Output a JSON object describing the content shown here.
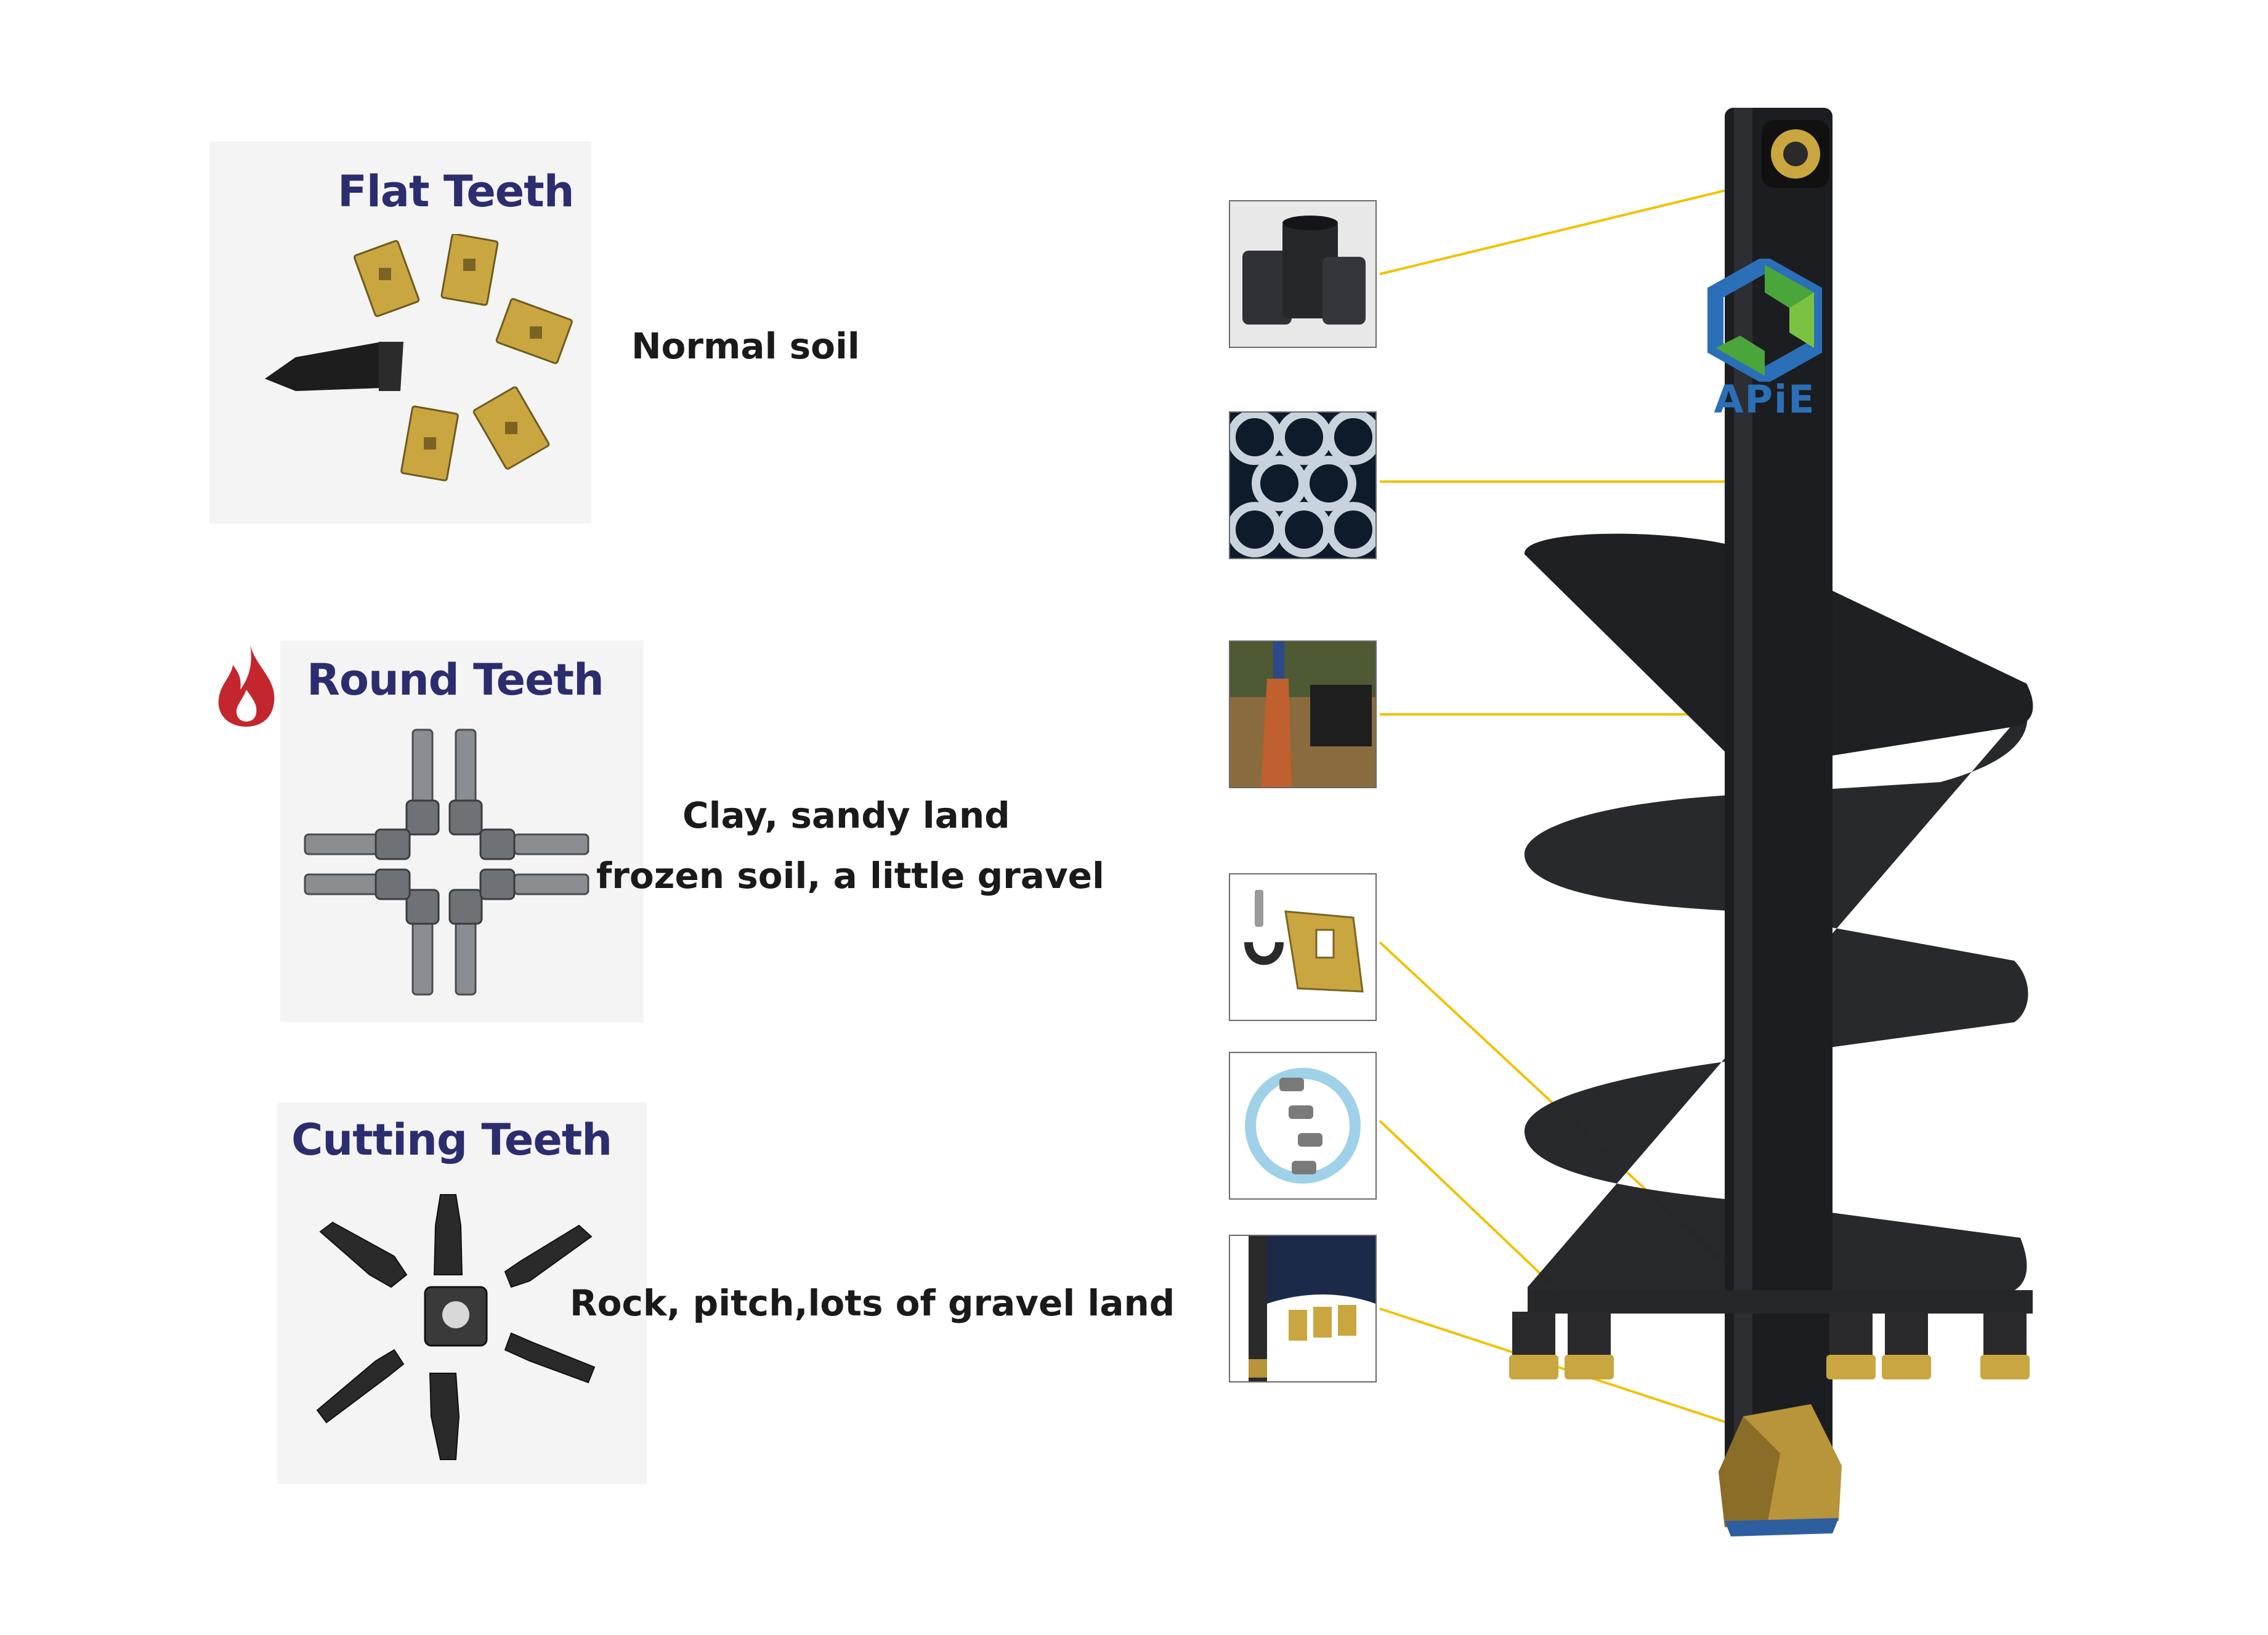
{
  "teeth_types": [
    {
      "name": "Flat Teeth",
      "application": "Normal soil"
    },
    {
      "name": "Round Teeth",
      "application_lines": [
        "Clay, sandy land",
        "frozen soil, a little gravel"
      ]
    },
    {
      "name": "Cutting Teeth",
      "application": "Rock, pitch,lots of gravel land"
    }
  ],
  "logo": {
    "text": "APiE"
  },
  "feature_thumbnails": [
    {
      "icon": "bushing-parts-icon"
    },
    {
      "icon": "steel-pipes-icon"
    },
    {
      "icon": "auger-in-field-icon"
    },
    {
      "icon": "flat-tooth-pin-icon"
    },
    {
      "icon": "rotating-teeth-icon"
    },
    {
      "icon": "auger-head-closeup-icon"
    }
  ],
  "colors": {
    "heading": "#2b2d6e",
    "callout_line": "#f2c200",
    "auger_body": "#1f2023",
    "tooth_gold": "#c9a640",
    "flame": "#c4262e",
    "logo_blue": "#2a6fb8",
    "logo_green": "#4aa53a"
  }
}
